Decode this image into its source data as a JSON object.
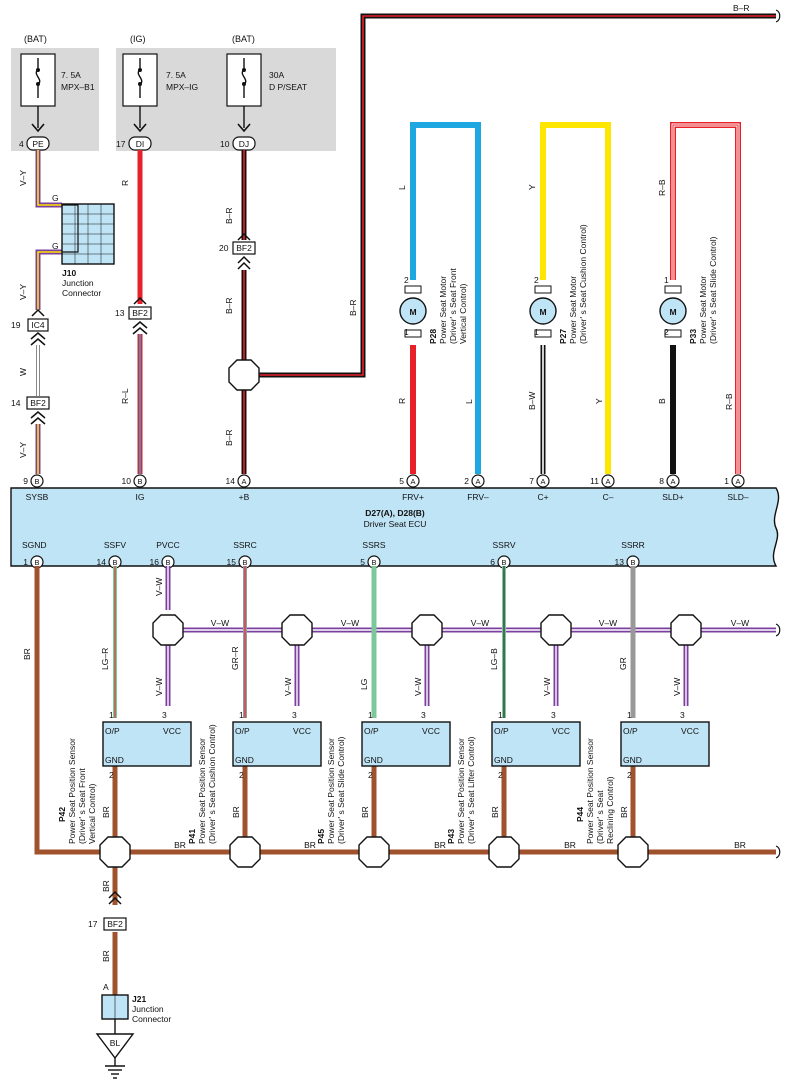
{
  "fuses": [
    {
      "source": "(BAT)",
      "rating": "7. 5A",
      "name": "MPX–B1",
      "conn_pin": "4",
      "conn": "PE"
    },
    {
      "source": "(IG)",
      "rating": "7. 5A",
      "name": "MPX–IG",
      "conn_pin": "17",
      "conn": "DI"
    },
    {
      "source": "(BAT)",
      "rating": "30A",
      "name": "D P/SEAT",
      "conn_pin": "10",
      "conn": "DJ"
    }
  ],
  "top_wire_label": "B–R",
  "junction_j10": {
    "id": "J10",
    "name1": "Junction",
    "name2": "Connector",
    "g_top": "G",
    "g_bottom": "G"
  },
  "left_chain": {
    "vy_top": "V–Y",
    "vy_mid": "V–Y",
    "w": "W",
    "vy_low": "V–Y",
    "ic4_pin": "19",
    "ic4": "IC4",
    "bf2_pin": "14",
    "bf2": "BF2"
  },
  "ig_chain": {
    "r": "R",
    "bf2_pin": "13",
    "bf2": "BF2",
    "rl": "R–L"
  },
  "b_chain": {
    "br1": "B–R",
    "bf2_pin": "20",
    "bf2": "BF2",
    "br2": "B–R",
    "br3": "B–R",
    "br4": "B–R"
  },
  "motors": [
    {
      "id": "P28",
      "desc1": "Power Seat Motor",
      "desc2": "(Driver' s Seat Front",
      "desc3": "Vertical Control)",
      "pin_top": "2",
      "pin_bot": "1",
      "w_left": "L",
      "w_left_low": "R",
      "w_right": "L",
      "symbol": "M"
    },
    {
      "id": "P27",
      "desc1": "Power Seat Motor",
      "desc2": "(Driver' s Seat Cushion Control)",
      "desc3": "",
      "pin_top": "2",
      "pin_bot": "1",
      "w_left": "Y",
      "w_left_low": "B–W",
      "w_right": "Y",
      "symbol": "M"
    },
    {
      "id": "P33",
      "desc1": "Power Seat Motor",
      "desc2": "(Driver' s Seat Slide Control)",
      "desc3": "",
      "pin_top": "1",
      "pin_bot": "2",
      "w_left": "R–B",
      "w_left_low": "B",
      "w_right": "R–B",
      "symbol": "M"
    }
  ],
  "ecu": {
    "title1": "D27(A), D28(B)",
    "title2": "Driver Seat ECU",
    "top_pins": [
      {
        "num": "9",
        "conn": "B",
        "label": "SYSB"
      },
      {
        "num": "10",
        "conn": "B",
        "label": "IG"
      },
      {
        "num": "14",
        "conn": "A",
        "label": "+B"
      },
      {
        "num": "5",
        "conn": "A",
        "label": "FRV+"
      },
      {
        "num": "2",
        "conn": "A",
        "label": "FRV–"
      },
      {
        "num": "7",
        "conn": "A",
        "label": "C+"
      },
      {
        "num": "11",
        "conn": "A",
        "label": "C–"
      },
      {
        "num": "8",
        "conn": "A",
        "label": "SLD+"
      },
      {
        "num": "1",
        "conn": "A",
        "label": "SLD–"
      }
    ],
    "bottom_pins": [
      {
        "num": "1",
        "conn": "B",
        "label": "SGND"
      },
      {
        "num": "14",
        "conn": "B",
        "label": "SSFV"
      },
      {
        "num": "16",
        "conn": "B",
        "label": "PVCC"
      },
      {
        "num": "15",
        "conn": "B",
        "label": "SSRC"
      },
      {
        "num": "5",
        "conn": "B",
        "label": "SSRS"
      },
      {
        "num": "6",
        "conn": "B",
        "label": "SSRV"
      },
      {
        "num": "13",
        "conn": "B",
        "label": "SSRR"
      }
    ]
  },
  "vw_label": "V–W",
  "br_label": "BR",
  "sensors": [
    {
      "id": "P42",
      "desc1": "Power Seat Position Sensor",
      "desc2": "(Driver' s Seat Front",
      "desc3": "Vertical Control)",
      "wire": "LG–R",
      "op": "O/P",
      "vcc": "VCC",
      "gnd": "GND",
      "p1": "1",
      "p2": "2",
      "p3": "3"
    },
    {
      "id": "P41",
      "desc1": "Power Seat Position Sensor",
      "desc2": "(Driver' s Seat Cushion Control)",
      "desc3": "",
      "wire": "GR–R",
      "op": "O/P",
      "vcc": "VCC",
      "gnd": "GND",
      "p1": "1",
      "p2": "2",
      "p3": "3"
    },
    {
      "id": "P45",
      "desc1": "Power Seat Position Sensor",
      "desc2": "(Driver' s Seat Slide Control)",
      "desc3": "",
      "wire": "LG",
      "op": "O/P",
      "vcc": "VCC",
      "gnd": "GND",
      "p1": "1",
      "p2": "2",
      "p3": "3"
    },
    {
      "id": "P43",
      "desc1": "Power Seat Position Sensor",
      "desc2": "(Driver' s Seat Lifter Control)",
      "desc3": "",
      "wire": "LG–B",
      "op": "O/P",
      "vcc": "VCC",
      "gnd": "GND",
      "p1": "1",
      "p2": "2",
      "p3": "3"
    },
    {
      "id": "P44",
      "desc1": "Power Seat Position Sensor",
      "desc2": "(Driver' s Seat",
      "desc3": "Reclining Control)",
      "wire": "GR",
      "op": "O/P",
      "vcc": "VCC",
      "gnd": "GND",
      "p1": "1",
      "p2": "2",
      "p3": "3"
    }
  ],
  "ground_chain": {
    "bf2_pin": "17",
    "bf2": "BF2",
    "pin_a": "A",
    "j21": "J21",
    "j21_name1": "Junction",
    "j21_name2": "Connector",
    "ground": "BL"
  },
  "colors": {
    "brown": "#a0522d",
    "purple": "#7b3fa0",
    "red": "#e8202a",
    "blue": "#1ea7e1",
    "yellow": "#ffe600",
    "green": "#7cc89a",
    "grey": "#999999",
    "ecu_fill": "#bfe4f6",
    "fuse_bg": "#d9d9d9",
    "line": "#111111"
  }
}
